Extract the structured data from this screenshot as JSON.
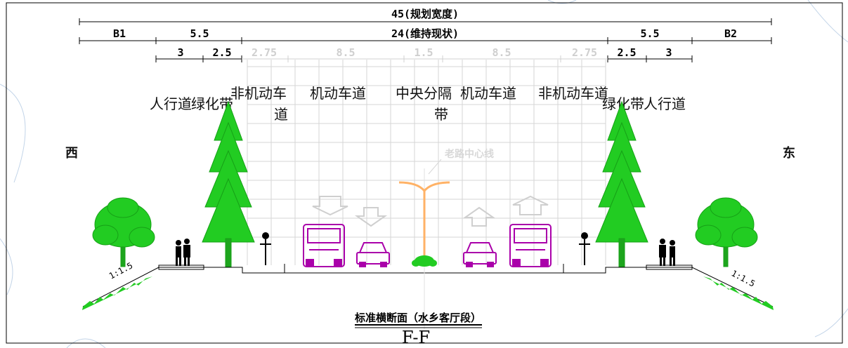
{
  "dimensions": {
    "total": "45(规划宽度)",
    "b1": "B1",
    "b2": "B2",
    "left_side": "5.5",
    "right_side": "5.5",
    "center": "24(维持现状)",
    "left_sidewalk": "3",
    "left_green": "2.5",
    "right_green": "2.5",
    "right_sidewalk": "3",
    "lanes": [
      "2.75",
      "8.5",
      "1.5",
      "8.5",
      "2.75"
    ]
  },
  "zones": {
    "sidewalk_left": "人行道",
    "green_left": "绿化带",
    "nonmotor_left_1": "非机动车",
    "nonmotor_left_2": "道",
    "motor_left": "机动车道",
    "median_1": "中央分隔",
    "median_2": "带",
    "motor_right": "机动车道",
    "nonmotor_right": "非机动车道",
    "green_right": "绿化带",
    "sidewalk_right": "人行道"
  },
  "directions": {
    "west": "西",
    "east": "东"
  },
  "note": "老路中心线",
  "slopes": {
    "left": "1:1.5",
    "right": "1:1.5"
  },
  "caption": {
    "title": "标准横断面（水乡客厅段）",
    "section": "F-F"
  },
  "colors": {
    "tree": "#22cc22",
    "vehicle": "#aa00aa",
    "lamp": "#ffb266",
    "grid": "#d6d6d6",
    "line": "#000000"
  }
}
